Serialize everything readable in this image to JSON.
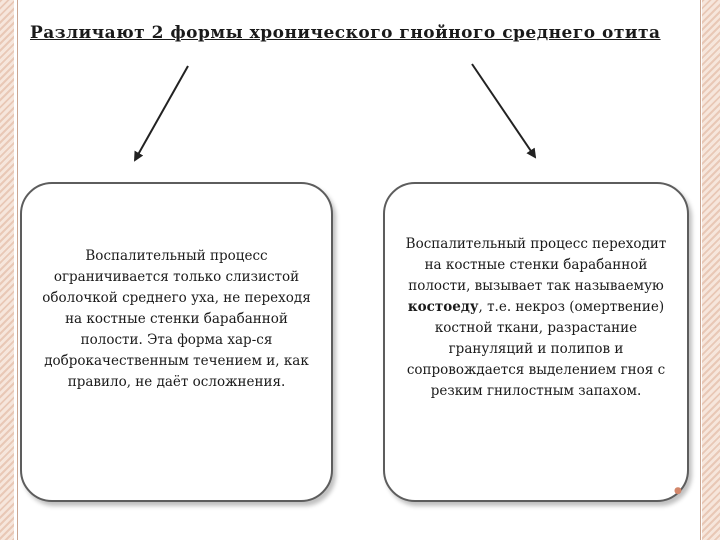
{
  "title": "Различают 2 формы хронического гнойного среднего отита",
  "forms": {
    "left": {
      "text": "Воспалительный процесс ограничивается только слизистой оболочкой среднего уха, не переходя на костные стенки барабанной полости. Эта форма хар-ся доброкачественным течением и, как правило, не даёт осложнения."
    },
    "right": {
      "text_before": "Воспалительный процесс переходит на костные стенки барабанной полости, вызывает так называемую ",
      "term": "костоеду",
      "text_after": ", т.е. некроз (омертвение) костной ткани, разрастание грануляций и полипов и сопровождается выделением гноя с резким гнилостным запахом."
    }
  },
  "colors": {
    "frame": "#e9c8b6",
    "box_border": "#5d5d5d",
    "arrow": "#222222",
    "bullet": "#d2866a"
  }
}
